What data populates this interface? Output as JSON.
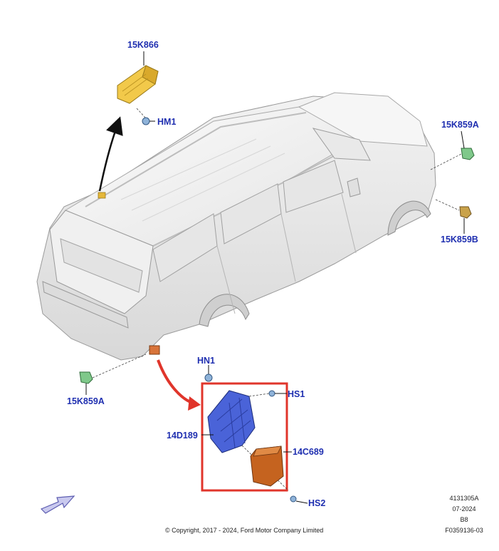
{
  "labels": {
    "p15K866": "15K866",
    "hm1": "HM1",
    "p15K859A_top": "15K859A",
    "p15K859B": "15K859B",
    "hn1": "HN1",
    "hs1": "HS1",
    "p14D189": "14D189",
    "p14C689": "14C689",
    "p15K859A_bottom": "15K859A",
    "hs2": "HS2"
  },
  "meta": {
    "ref_code": "4131305A",
    "date": "07-2024",
    "revision": "B8",
    "figure_id": "F0359136-03"
  },
  "copyright": "© Copyright, 2017 - 2024, Ford Motor Company Limited",
  "colors": {
    "label_blue": "#1f2fb0",
    "highlight_red": "#e0352b",
    "module_yellow": "#f2c94a",
    "module_blue": "#4a63d8",
    "module_orange": "#c5631f",
    "sensor_green": "#7fc88a"
  },
  "icons": {
    "orientation_arrow": "orientation-arrow-icon"
  }
}
